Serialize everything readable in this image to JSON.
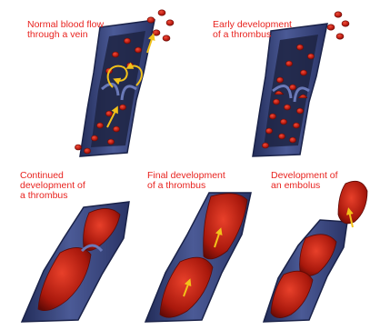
{
  "colors": {
    "label": "#e8231f",
    "vessel_wall": "#3c4a82",
    "vessel_wall_dark": "#232d5a",
    "vessel_lumen": "#1d2342",
    "blood_cell": "#c01e14",
    "clot": "#b81c10",
    "flow_arrow": "#f2c21a"
  },
  "labels": {
    "normal_flow": "Normal blood flow\nthrough a vein",
    "early_thrombus": "Early development\nof a thrombus",
    "continued_thrombus": "Continued\ndevelopment of\na thrombus",
    "final_thrombus": "Final development\nof a thrombus",
    "embolus": "Development of\nan embolus"
  },
  "icons": {
    "flow_arrow": "arrow-up-icon",
    "swirl": "swirl-arrow-icon",
    "blood_cell": "red-blood-cell-icon"
  }
}
